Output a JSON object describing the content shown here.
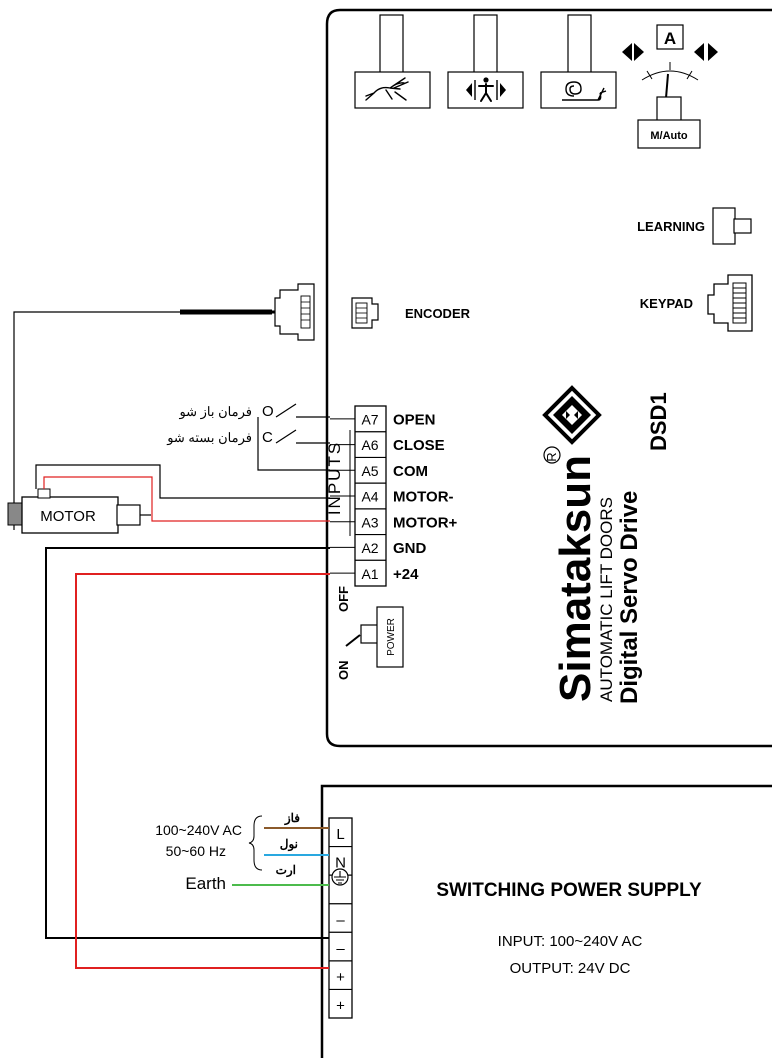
{
  "drive": {
    "encoder_label": "ENCODER",
    "learning_label": "LEARNING",
    "keypad_label": "KEYPAD",
    "mode_switch_label": "M/Auto",
    "mode_letter": "A",
    "inputs_label": "INPUTS",
    "terminals": [
      {
        "pin": "A7",
        "name": "OPEN"
      },
      {
        "pin": "A6",
        "name": "CLOSE"
      },
      {
        "pin": "A5",
        "name": "COM"
      },
      {
        "pin": "A4",
        "name": "MOTOR-"
      },
      {
        "pin": "A3",
        "name": "MOTOR+"
      },
      {
        "pin": "A2",
        "name": "GND"
      },
      {
        "pin": "A1",
        "name": "+24"
      }
    ],
    "power_switch": {
      "label": "POWER",
      "on": "ON",
      "off": "OFF"
    },
    "brand": {
      "name": "Simataksun",
      "registered": "R",
      "tagline": "AUTOMATIC LIFT DOORS",
      "product": "Digital Servo Drive",
      "model": "DSD1"
    }
  },
  "switches": [
    {
      "letter": "O",
      "label": "فرمان باز شو"
    },
    {
      "letter": "C",
      "label": "فرمان بسته شو"
    }
  ],
  "motor": {
    "label": "MOTOR"
  },
  "power_supply": {
    "title": "SWITCHING POWER SUPPLY",
    "input": "INPUT: 100~240V AC",
    "output": "OUTPUT: 24V DC",
    "terminals": [
      "L",
      "N",
      "⏚",
      "–",
      "–",
      "+",
      "+"
    ],
    "ac_label": "100~240V AC",
    "freq_label": "50~60 Hz",
    "phase_label": "فاز",
    "neutral_label": "نول",
    "earth_fa_label": "ارت",
    "earth_label": "Earth"
  },
  "colors": {
    "phase_wire": "#8B5A2B",
    "neutral_wire": "#29A8E0",
    "earth_wire": "#4CBB4C",
    "positive_wire": "#E02020",
    "negative_wire": "#000000"
  }
}
